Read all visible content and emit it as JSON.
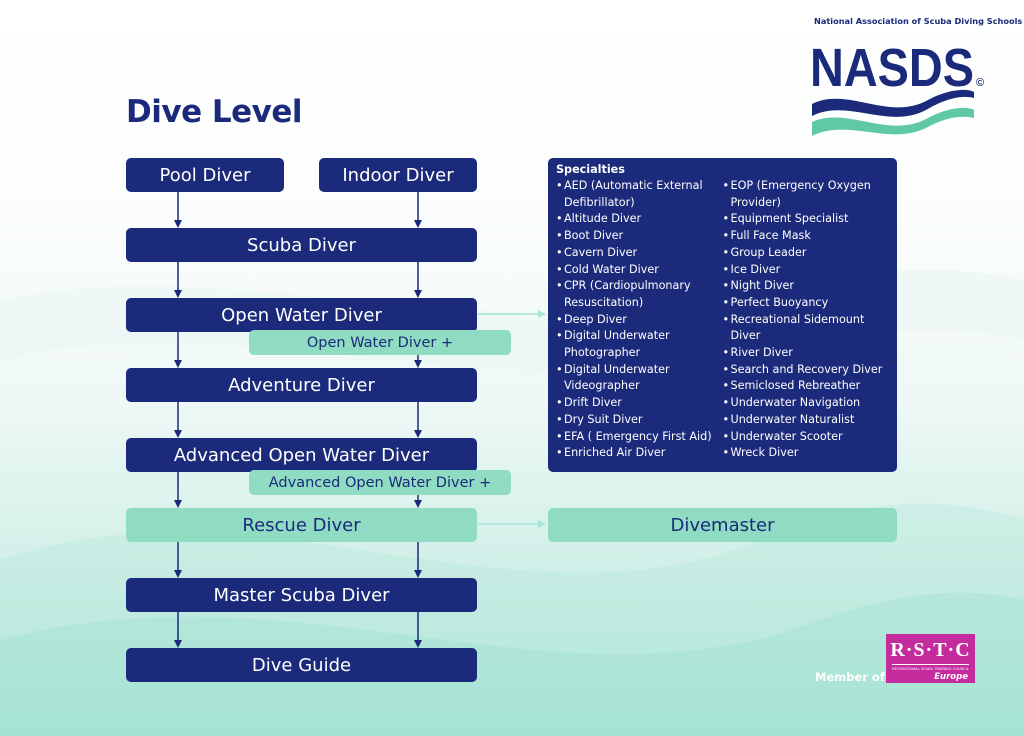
{
  "title": "Dive Level",
  "logo": {
    "org_name": "National Association of Scuba Diving Schools",
    "wordmark": "NASDS",
    "symbol": "©",
    "colors": {
      "navy": "#1b2a7a",
      "mint": "#5fc8a5"
    }
  },
  "levels": {
    "pool_diver": "Pool Diver",
    "indoor_diver": "Indoor Diver",
    "scuba_diver": "Scuba Diver",
    "open_water_diver": "Open Water Diver",
    "open_water_diver_plus": "Open Water Diver +",
    "adventure_diver": "Adventure Diver",
    "advanced_open_water_diver": "Advanced Open Water Diver",
    "advanced_open_water_diver_plus": "Advanced Open Water Diver +",
    "rescue_diver": "Rescue Diver",
    "divemaster": "Divemaster",
    "master_scuba_diver": "Master Scuba Diver",
    "dive_guide": "Dive Guide"
  },
  "specialties": {
    "title": "Specialties",
    "left": [
      "AED (Automatic External Defibrillator)",
      "Altitude Diver",
      "Boot Diver",
      "Cavern Diver",
      "Cold Water Diver",
      "CPR (Cardiopulmonary Resuscitation)",
      "Deep Diver",
      "Digital Underwater Photographer",
      "Digital Underwater Videographer",
      "Drift Diver",
      "Dry Suit Diver",
      "EFA ( Emergency First Aid)",
      "Enriched Air Diver"
    ],
    "right": [
      "EOP (Emergency Oxygen Provider)",
      "Equipment Specialist",
      "Full Face Mask",
      "Group Leader",
      "Ice Diver",
      "Night Diver",
      "Perfect Buoyancy",
      "Recreational Sidemount Diver",
      "River Diver",
      "Search and Recovery Diver",
      "Semiclosed Rebreather",
      "Underwater Navigation",
      "Underwater Naturalist",
      "Underwater Scooter",
      "Wreck Diver"
    ]
  },
  "member": {
    "label": "Member of",
    "rstc_name": "R·S·T·C",
    "rstc_subtitle": "RECREATIONAL SCUBA TRAINING COUNCIL",
    "rstc_region": "Europe",
    "rstc_color": "#c42c9e"
  },
  "colors": {
    "navy": "#1b2a7a",
    "mint": "#8fdcc3",
    "arrow_mint": "#a6e6d4"
  }
}
